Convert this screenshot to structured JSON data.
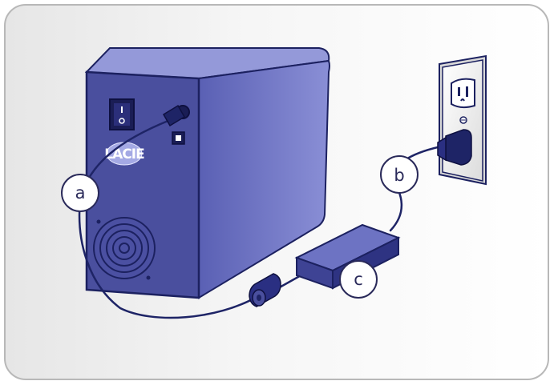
{
  "diagram": {
    "logo_text": "LACIE",
    "callouts": {
      "a": "a",
      "b": "b",
      "c": "c"
    },
    "colors": {
      "device_front": "#4a4f9e",
      "device_side": "#6d73c3",
      "device_top": "#9499d9",
      "cable": "#1e2466",
      "outline": "#1c2160",
      "frame": "#b8b8b8"
    }
  }
}
